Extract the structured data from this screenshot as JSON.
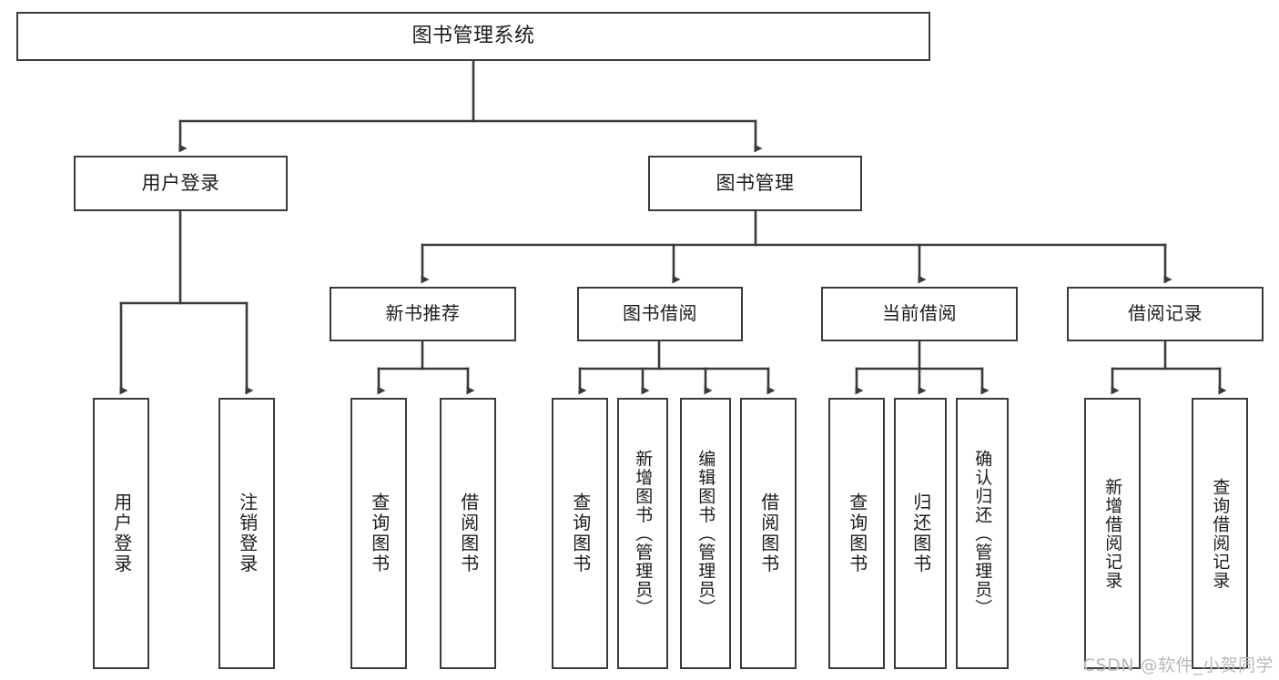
{
  "diagram": {
    "type": "tree-hierarchy",
    "title": "图书管理系统",
    "orientation": "top-down",
    "colors": {
      "background": "#ffffff",
      "box_border": "#3a3a3a",
      "box_fill": "#ffffff",
      "connector": "#3a3a3a",
      "text": "#1c1c1c",
      "watermark": "#b9b9b9"
    },
    "root": {
      "label": "图书管理系统"
    },
    "level2": [
      {
        "label": "用户登录"
      },
      {
        "label": "图书管理"
      }
    ],
    "level3": [
      {
        "label": "新书推荐"
      },
      {
        "label": "图书借阅"
      },
      {
        "label": "当前借阅"
      },
      {
        "label": "借阅记录"
      }
    ],
    "leaves": {
      "user_login": [
        {
          "label": "用户登录"
        },
        {
          "label": "注销登录"
        }
      ],
      "new_book_recommend": [
        {
          "label": "查询图书"
        },
        {
          "label": "借阅图书"
        }
      ],
      "book_borrow": [
        {
          "label": "查询图书"
        },
        {
          "label": "新增图书（管理员）"
        },
        {
          "label": "编辑图书（管理员）"
        },
        {
          "label": "借阅图书"
        }
      ],
      "current_borrow": [
        {
          "label": "查询图书"
        },
        {
          "label": "归还图书"
        },
        {
          "label": "确认归还（管理员）"
        }
      ],
      "borrow_record": [
        {
          "label": "新增借阅记录"
        },
        {
          "label": "查询借阅记录"
        }
      ]
    }
  },
  "watermark": {
    "text": "CSDN @软件_小贺同学"
  }
}
